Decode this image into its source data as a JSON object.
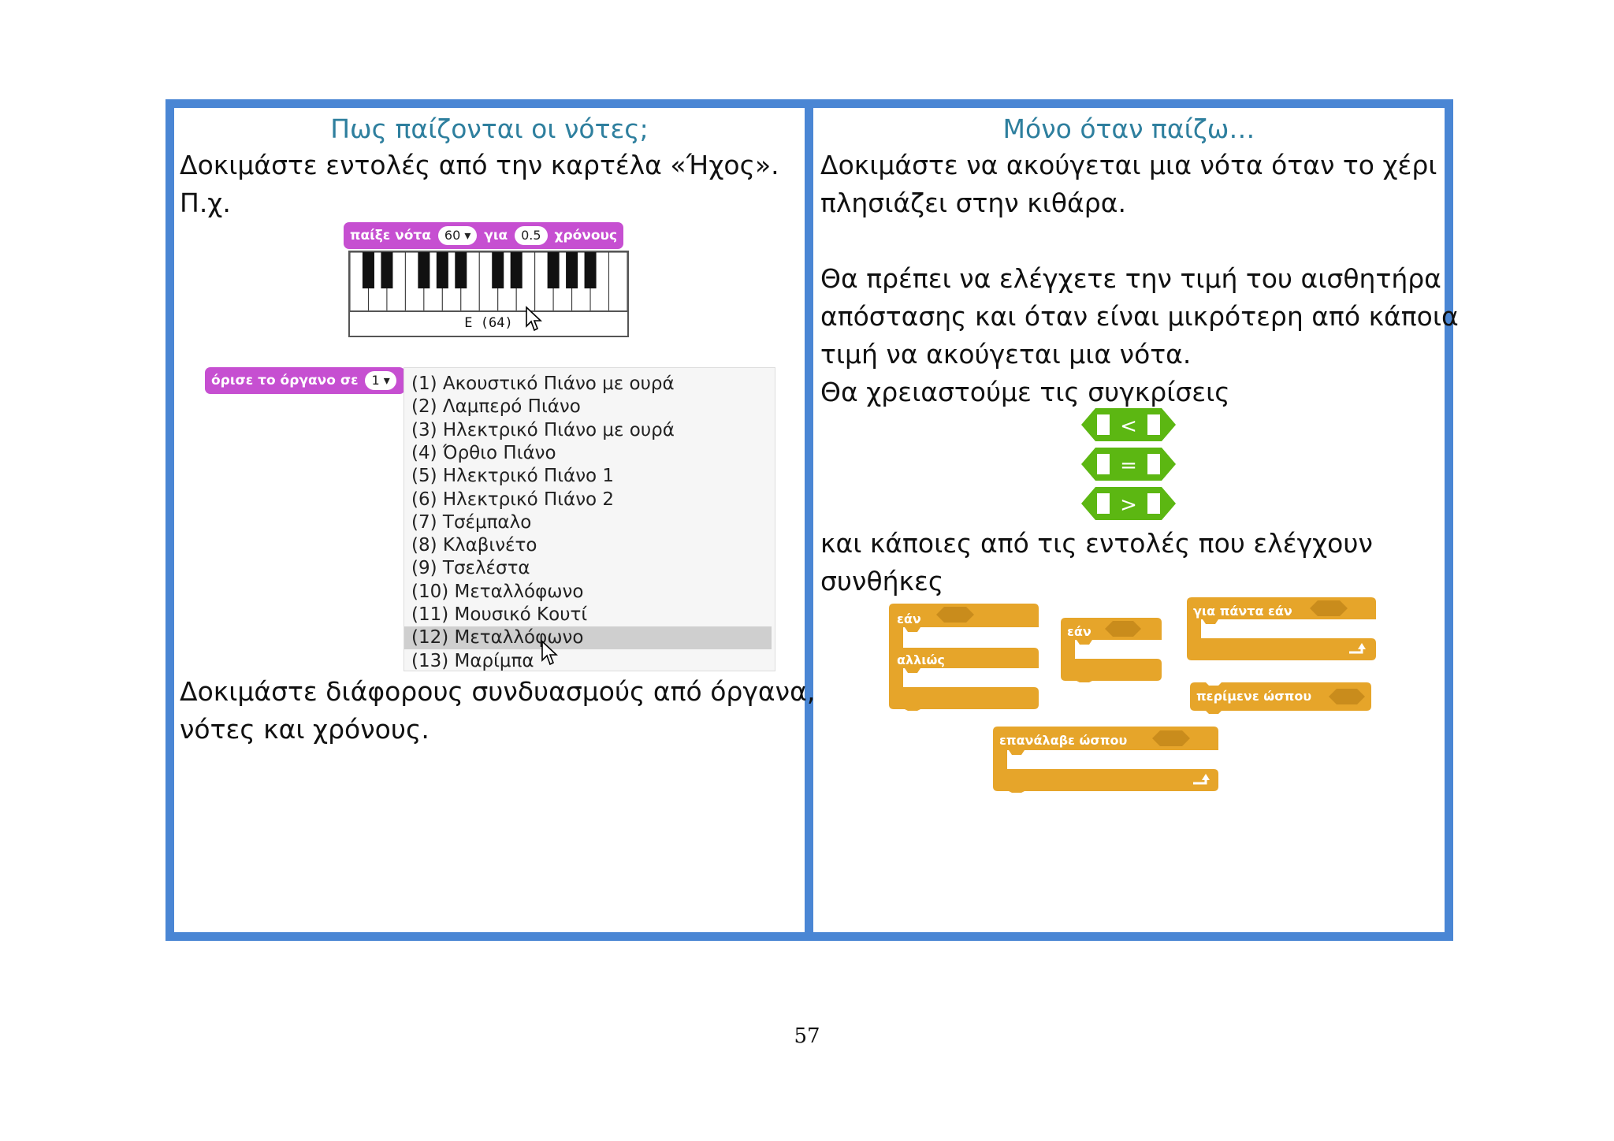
{
  "left": {
    "heading": "Πως παίζονται οι νότες;",
    "intro_line1": "Δοκιμάστε εντολές από την καρτέλα «Ήχος».",
    "intro_line2": "Π.χ.",
    "play_block": {
      "label_play": "παίξε νότα",
      "note_value": "60",
      "label_for": "για",
      "beats_value": "0.5",
      "label_beats": "χρόνους"
    },
    "piano_note_label": "E (64)",
    "instrument_block": {
      "label": "όρισε το όργανο σε",
      "value": "1"
    },
    "instrument_menu": [
      "(1) Ακουστικό Πιάνο με ουρά",
      "(2) Λαμπερό Πιάνο",
      "(3) Ηλεκτρικό Πιάνο με ουρά",
      "(4) Όρθιο Πιάνο",
      "(5) Ηλεκτρικό Πιάνο 1",
      "(6) Ηλεκτρικό Πιάνο 2",
      "(7) Τσέμπαλο",
      "(8) Κλαβινέτο",
      "(9) Τσελέστα",
      "(10) Μεταλλόφωνο",
      "(11) Μουσικό Κουτί",
      "(12) Μεταλλόφωνο",
      "(13) Μαρίμπα"
    ],
    "selected_menu_index": 11,
    "outro_line1": "Δοκιμάστε διάφορους συνδυασμούς από όργανα,",
    "outro_line2": "νότες και χρόνους."
  },
  "right": {
    "heading": "Μόνο όταν παίζω…",
    "para1_line1": "Δοκιμάστε να ακούγεται μια νότα όταν το χέρι",
    "para1_line2": "πλησιάζει στην κιθάρα.",
    "para2_line1": "Θα πρέπει να ελέγχετε την τιμή του αισθητήρα",
    "para2_line2": "απόστασης και όταν είναι μικρότερη από κάποια",
    "para2_line3": "τιμή να ακούγεται μια νότα.",
    "para2_line4": "Θα χρειαστούμε τις συγκρίσεις",
    "comparisons": [
      "<",
      "=",
      ">"
    ],
    "para3_line1": "και κάποιες από τις εντολές που ελέγχουν",
    "para3_line2": "συνθήκες",
    "control_blocks": {
      "if_else_if": "εάν",
      "if_else_else": "αλλιώς",
      "if": "εάν",
      "forever_if": "για πάντα εάν",
      "wait_until": "περίμενε ώσπου",
      "repeat_until": "επανάλαβε ώσπου"
    },
    "colors": {
      "comparison_green": "#5cb712",
      "control_orange": "#e6a52a",
      "sound_purple": "#c64fd1",
      "frame_blue": "#4a86d4",
      "heading_teal": "#2e7f9e"
    }
  },
  "page_number": "57"
}
